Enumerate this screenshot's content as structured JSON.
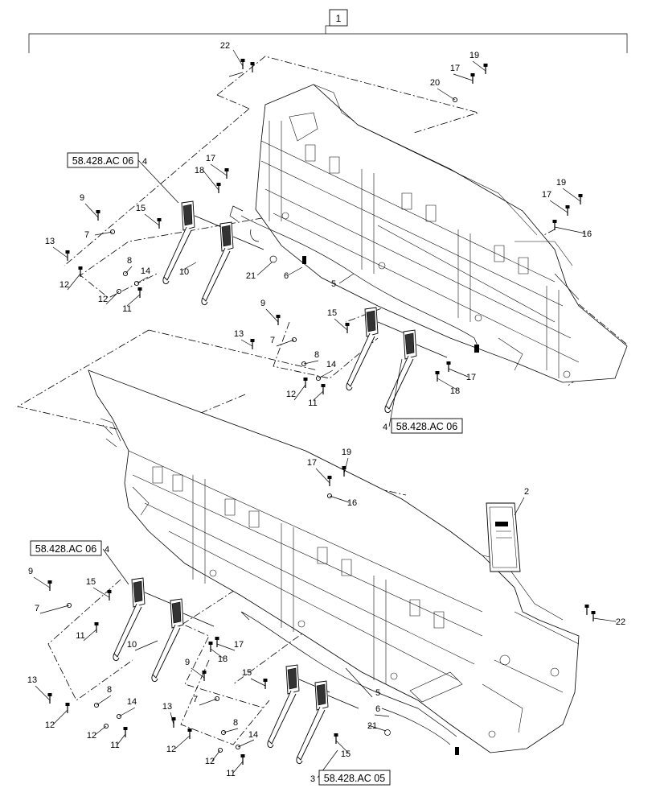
{
  "diagram": {
    "assembly_number": "1",
    "reference_codes": {
      "a": "58.428.AC 06",
      "b": "58.428.AC 05"
    },
    "callouts": {
      "n2": "2",
      "n3": "3",
      "n4": "4",
      "n5": "5",
      "n6": "6",
      "n7": "7",
      "n8": "8",
      "n9": "9",
      "n10": "10",
      "n11": "11",
      "n12": "12",
      "n13": "13",
      "n14": "14",
      "n15": "15",
      "n16": "16",
      "n17": "17",
      "n18": "18",
      "n19": "19",
      "n20": "20",
      "n21": "21",
      "n22": "22"
    }
  }
}
